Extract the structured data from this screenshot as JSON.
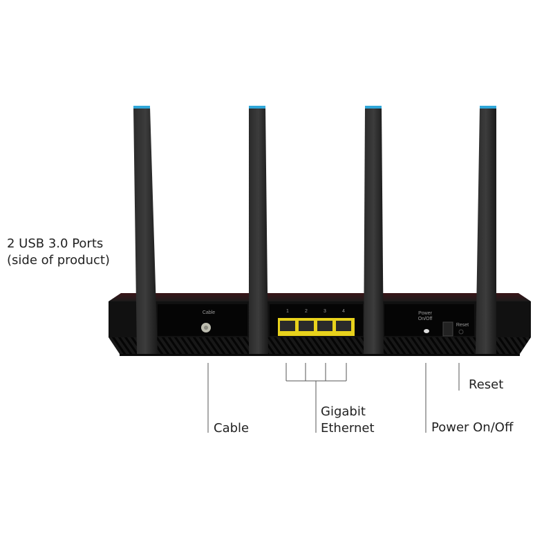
{
  "callouts": {
    "usb_line1": "2 USB 3.0 Ports",
    "usb_line2": "(side of product)",
    "cable": "Cable",
    "ethernet_line1": "Gigabit",
    "ethernet_line2": "Ethernet",
    "power": "Power On/Off",
    "reset": "Reset"
  },
  "device_labels": {
    "cable": "Cable",
    "ports": [
      "1",
      "2",
      "3",
      "4"
    ],
    "power_line1": "Power",
    "power_line2": "On/Off",
    "reset": "Reset"
  },
  "colors": {
    "body": "#151515",
    "antenna_cap": "#2fa6d8",
    "ethernet_block": "#e8d21c",
    "accent_red": "#6a1a1f"
  }
}
